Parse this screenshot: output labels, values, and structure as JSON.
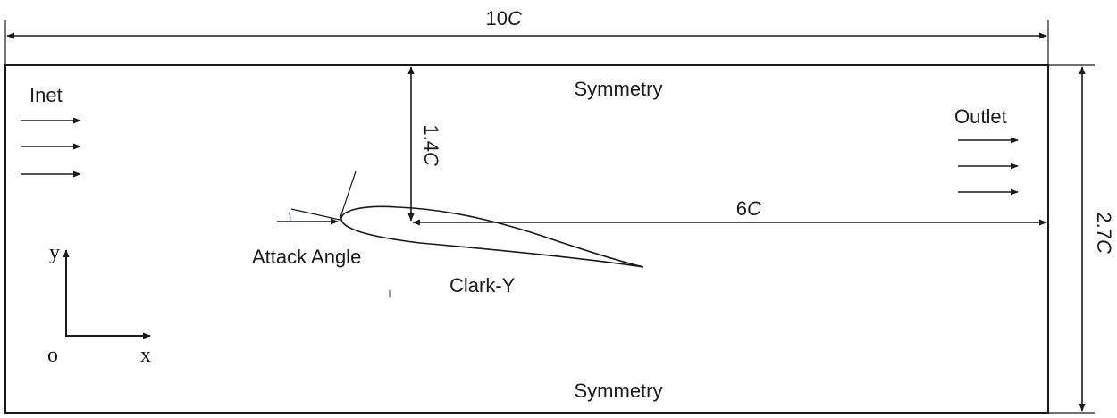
{
  "dimensions": {
    "domain_length_value": "10",
    "domain_length_unit": "C",
    "top_distance_value": "1.4",
    "top_distance_unit": "C",
    "wake_length_value": "6",
    "wake_length_unit": "C",
    "domain_height_value": "2.7",
    "domain_height_unit": "C"
  },
  "boundaries": {
    "inlet": "Inet",
    "outlet": "Outlet",
    "top": "Symmetry",
    "bottom": "Symmetry"
  },
  "airfoil": {
    "name": "Clark-Y",
    "angle_label": "Attack Angle"
  },
  "axes": {
    "y": "y",
    "x": "x",
    "origin": "o"
  },
  "colors": {
    "line": "#1a1a1a",
    "angle_mark": "#4a7fd6"
  }
}
